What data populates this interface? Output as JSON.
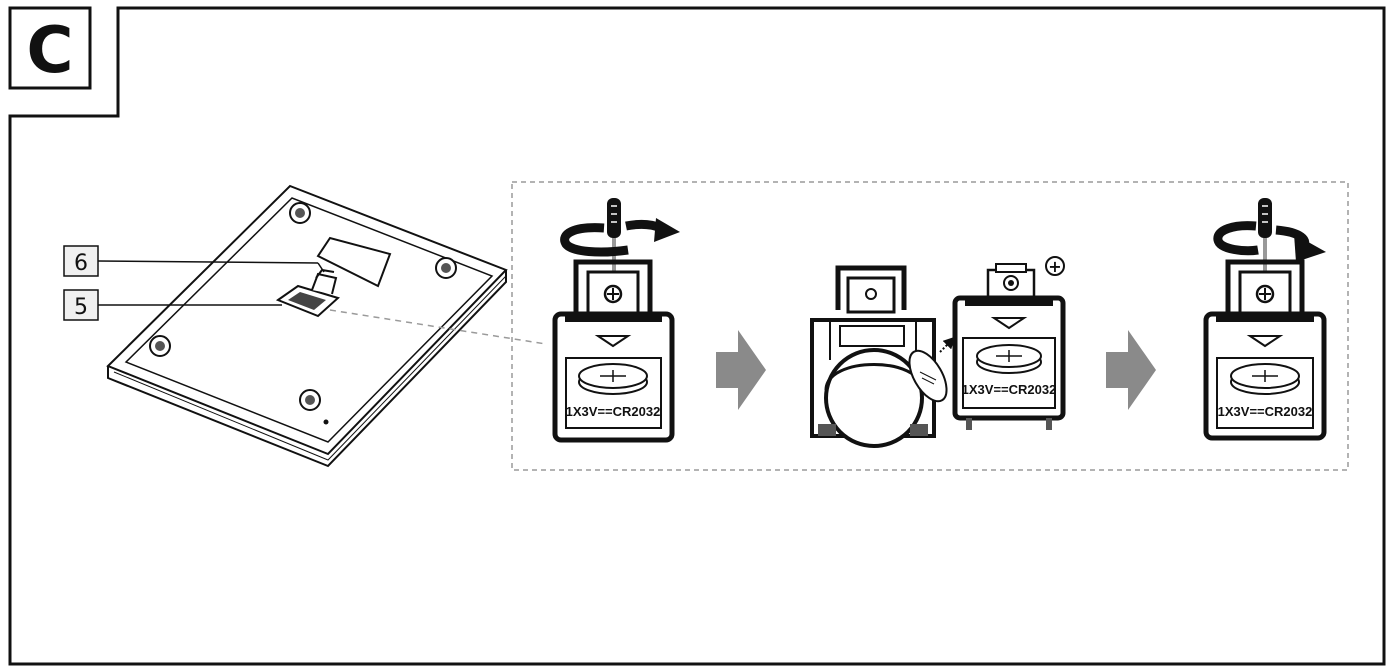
{
  "section": {
    "letter": "C"
  },
  "callouts": [
    {
      "number": "6"
    },
    {
      "number": "5"
    }
  ],
  "battery": {
    "label": "1X3V==CR2032",
    "label_step1": "1X3V==CR2032",
    "label_step2": "1X3V==CR2032",
    "label_step3": "1X3V==CR2032"
  },
  "polarity": {
    "symbol": "+"
  },
  "colors": {
    "line": "#111111",
    "arrow": "#8a8a8a",
    "dash": "#9a9a9a",
    "background": "#ffffff"
  },
  "icons": [
    "rotate-left-icon",
    "rotate-right-icon",
    "screwdriver-icon",
    "arrow-right-icon",
    "coin-cell-icon"
  ]
}
